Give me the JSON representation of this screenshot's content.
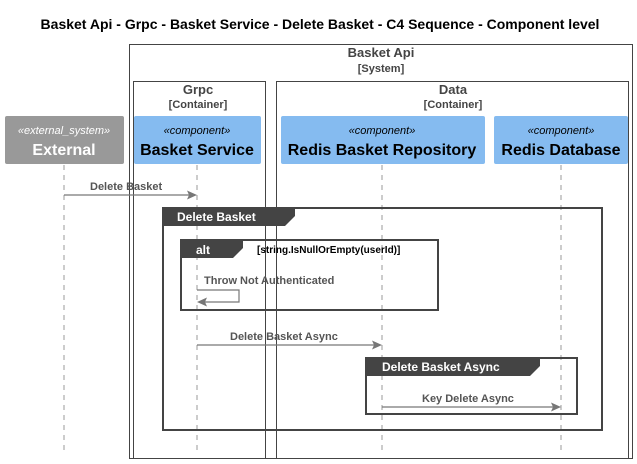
{
  "title": "Basket Api - Grpc - Basket Service - Delete Basket - C4 Sequence - Component level",
  "boundaries": {
    "system": {
      "name": "Basket Api",
      "type": "[System]"
    },
    "grpc": {
      "name": "Grpc",
      "type": "[Container]"
    },
    "data": {
      "name": "Data",
      "type": "[Container]"
    }
  },
  "participants": [
    {
      "stereotype": "«external_system»",
      "name": "External"
    },
    {
      "stereotype": "«component»",
      "name": "Basket Service"
    },
    {
      "stereotype": "«component»",
      "name": "Redis Basket Repository"
    },
    {
      "stereotype": "«component»",
      "name": "Redis Database"
    }
  ],
  "messages": {
    "m1": "Delete Basket",
    "m2": "Throw Not Authenticated",
    "m3": "Delete Basket Async",
    "m4": "Key Delete Async"
  },
  "frames": {
    "outer": "Delete Basket",
    "alt": "alt",
    "alt_guard": "[string.IsNullOrEmpty(userId)]",
    "inner": "Delete Basket Async"
  },
  "colors": {
    "external": "#999999",
    "component": "#85BBF0",
    "boundary": "#444444",
    "arrow": "#777777"
  }
}
